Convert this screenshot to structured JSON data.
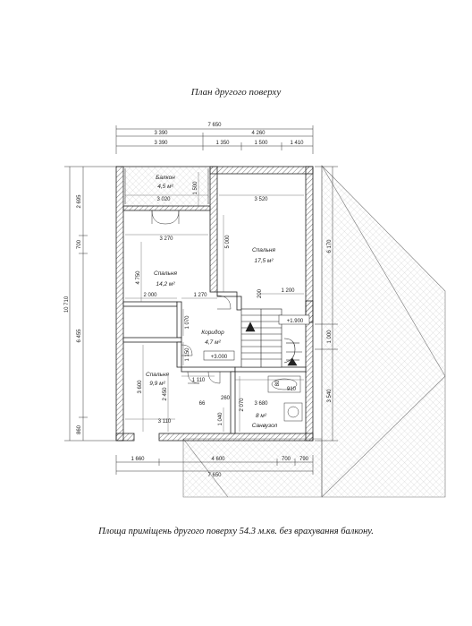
{
  "title": "План другого поверху",
  "caption": "Площа приміщень другого поверху  54.3 м.кв. без врахування балкону.",
  "dims_top": {
    "overall": "7 650",
    "row2": [
      "3 390",
      "4 260"
    ],
    "row3": [
      "3 390",
      "1 350",
      "1 500",
      "1 410"
    ]
  },
  "dims_bottom": {
    "row1": [
      "1 660",
      "4 600",
      "700",
      "790"
    ],
    "overall": "7 650"
  },
  "dims_left": {
    "overall": "10 710",
    "col2": [
      "2 695",
      "700",
      "6 455",
      "860"
    ]
  },
  "dims_right": [
    "6 170",
    "1 000",
    "3 540"
  ],
  "interior_dims": [
    "1 500",
    "3 020",
    "3 520",
    "3 270",
    "5 000",
    "4 750",
    "2 000",
    "1 270",
    "1 200",
    "200",
    "1 070",
    "1 150",
    "1 110",
    "3 600",
    "2 450",
    "260",
    "2 070",
    "3 680",
    "80",
    "910",
    "3 110",
    "1 040"
  ],
  "rooms": {
    "balcony": {
      "name": "Балкон",
      "area": "4,5 м²"
    },
    "bedroom1": {
      "name": "Спальня",
      "area": "17,5 м²"
    },
    "bedroom2": {
      "name": "Спальня",
      "area": "14,2 м²"
    },
    "corridor": {
      "name": "Коридор",
      "area": "4,7 м²"
    },
    "bedroom3": {
      "name": "Спальня",
      "area": "9,9 м²"
    },
    "bathroom": {
      "name": "Санвузол",
      "area": "8 м²"
    }
  },
  "levels": [
    "+1.900",
    "+3.000"
  ],
  "stair_label": "66"
}
